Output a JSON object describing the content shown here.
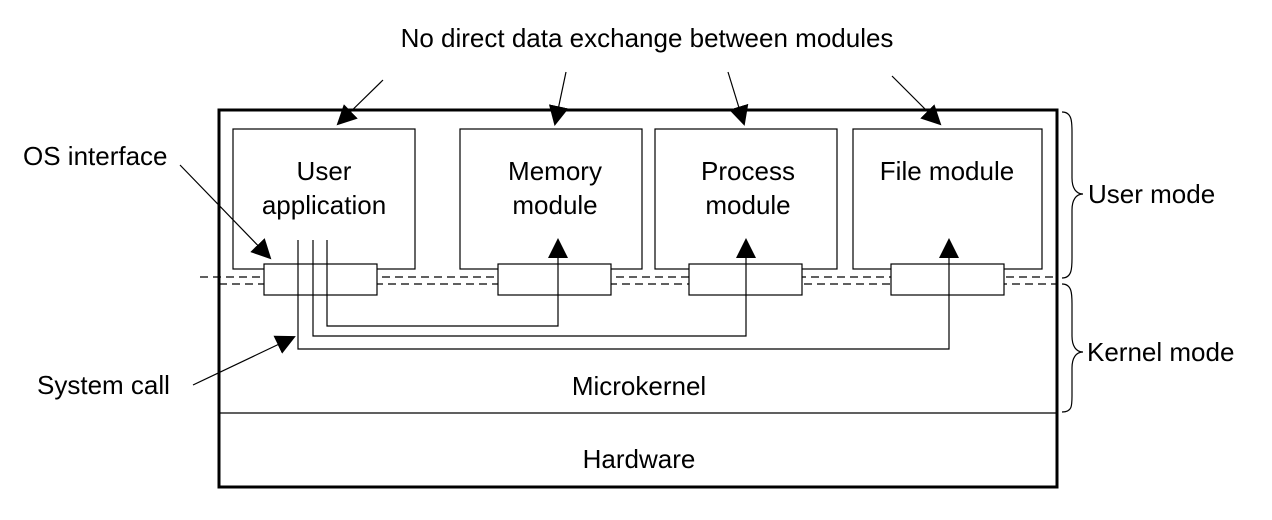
{
  "title": "No direct data exchange between modules",
  "modules": [
    {
      "id": "user-application",
      "lines": [
        "User",
        "application"
      ]
    },
    {
      "id": "memory-module",
      "lines": [
        "Memory",
        "module"
      ]
    },
    {
      "id": "process-module",
      "lines": [
        "Process",
        "module"
      ]
    },
    {
      "id": "file-module",
      "lines": [
        "File module"
      ]
    }
  ],
  "labels": {
    "os_interface": "OS interface",
    "system_call": "System call",
    "user_mode": "User mode",
    "kernel_mode": "Kernel mode",
    "microkernel": "Microkernel",
    "hardware": "Hardware"
  }
}
